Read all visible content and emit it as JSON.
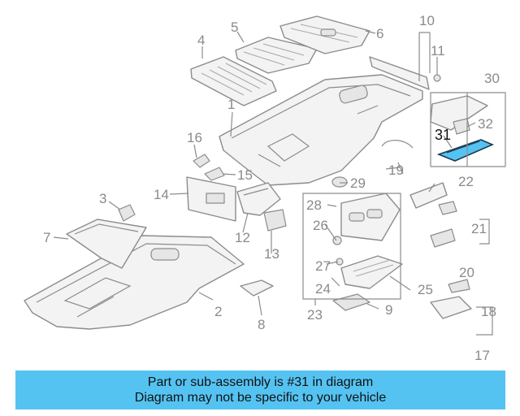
{
  "diagram": {
    "callouts": {
      "c1": "1",
      "c2": "2",
      "c3": "3",
      "c4": "4",
      "c5": "5",
      "c6": "6",
      "c7": "7",
      "c8": "8",
      "c9": "9",
      "c10": "10",
      "c11": "11",
      "c12": "12",
      "c13": "13",
      "c14": "14",
      "c15": "15",
      "c16": "16",
      "c17": "17",
      "c18": "18",
      "c19": "19",
      "c20": "20",
      "c21": "21",
      "c22": "22",
      "c23": "23",
      "c24": "24",
      "c25": "25",
      "c26": "26",
      "c27": "27",
      "c28": "28",
      "c29": "29",
      "c30": "30",
      "c31": "31",
      "c32": "32"
    },
    "highlight_part": "31",
    "highlight_color": "#55c3f2"
  },
  "banner": {
    "line1": "Part or sub-assembly is #31 in diagram",
    "line2": "Diagram may not be specific to your vehicle",
    "color": "#55c3f2"
  }
}
